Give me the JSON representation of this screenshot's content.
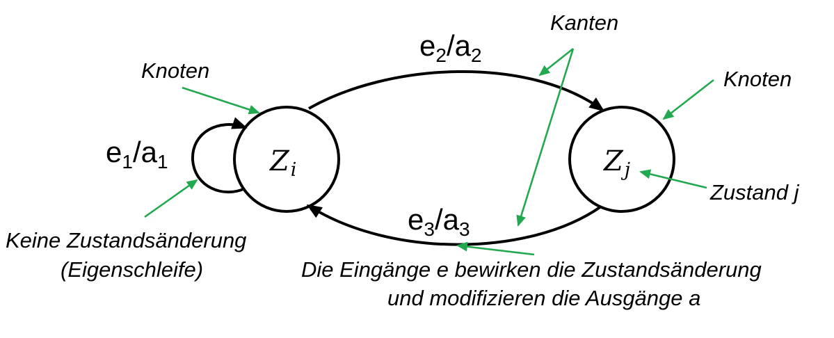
{
  "colors": {
    "edge": "#000000",
    "pointer": "#22a84f",
    "background": "#ffffff"
  },
  "states": {
    "zi": {
      "main": "Z",
      "sub": "i"
    },
    "zj": {
      "main": "Z",
      "sub": "j"
    }
  },
  "transitions": {
    "loop": {
      "e": "e",
      "e_sub": "1",
      "slash": "/",
      "a": "a",
      "a_sub": "1"
    },
    "top": {
      "e": "e",
      "e_sub": "2",
      "slash": "/",
      "a": "a",
      "a_sub": "2"
    },
    "bottom": {
      "e": "e",
      "e_sub": "3",
      "slash": "/",
      "a": "a",
      "a_sub": "3"
    }
  },
  "annotations": {
    "knoten_left": "Knoten",
    "knoten_right": "Knoten",
    "kanten": "Kanten",
    "zustand_j": "Zustand j",
    "eigenschleife_line1": "Keine Zustandsänderung",
    "eigenschleife_line2": "(Eigenschleife)",
    "eingaenge_line1": "Die Eingänge e bewirken die Zustandsänderung",
    "eingaenge_line2": "und modifizieren die Ausgänge a"
  }
}
